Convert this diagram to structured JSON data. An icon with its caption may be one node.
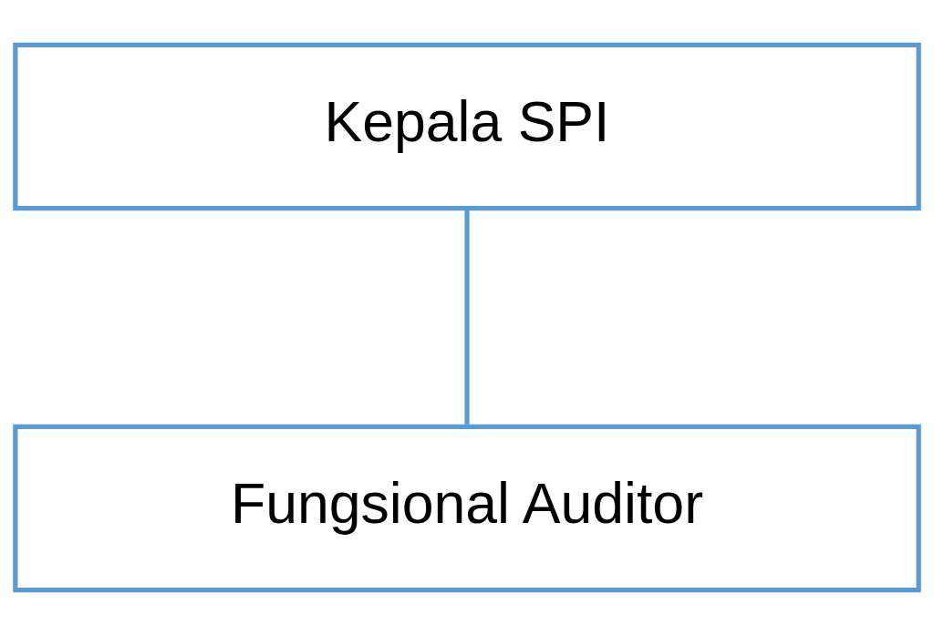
{
  "diagram": {
    "nodes": [
      {
        "text": [
          "Kepala SPI"
        ]
      },
      {
        "text": [
          "Fungsional Auditor"
        ]
      }
    ],
    "edges": [
      {
        "from": 0,
        "to": 1,
        "arrow": "none"
      }
    ]
  }
}
